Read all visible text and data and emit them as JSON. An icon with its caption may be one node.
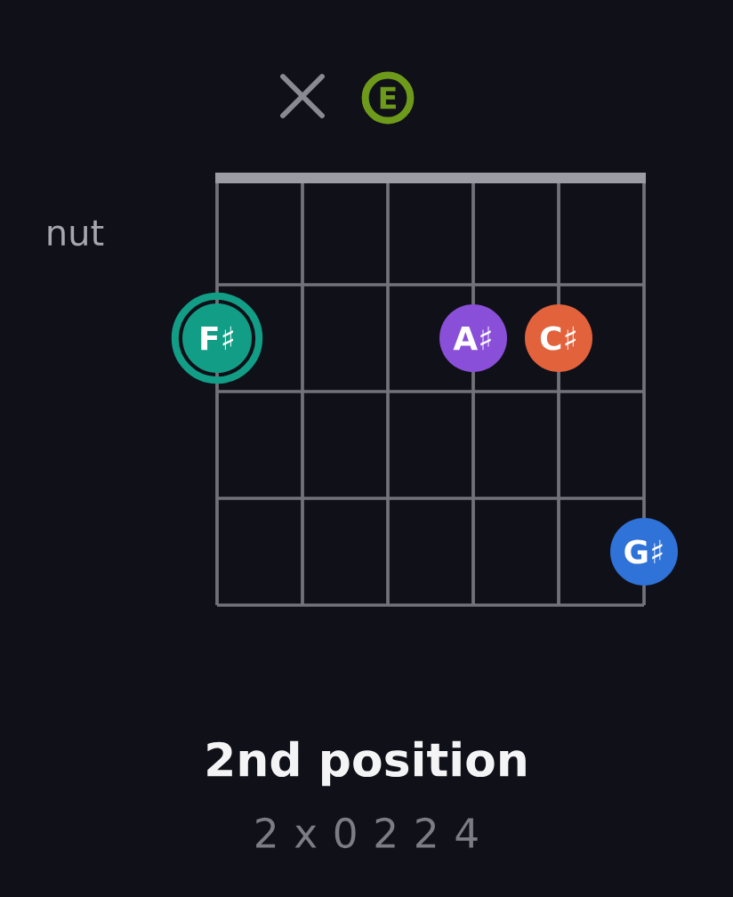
{
  "diagram": {
    "title": "2nd position",
    "caption": "2 x 0 2 2 4",
    "nodes": [
      {
        "text": [
          "E"
        ]
      },
      {
        "text": [
          "F♯"
        ]
      },
      {
        "text": [
          "A♯"
        ]
      },
      {
        "text": [
          "C♯"
        ]
      },
      {
        "text": [
          "G♯"
        ]
      }
    ],
    "labels": [
      "nut"
    ]
  }
}
